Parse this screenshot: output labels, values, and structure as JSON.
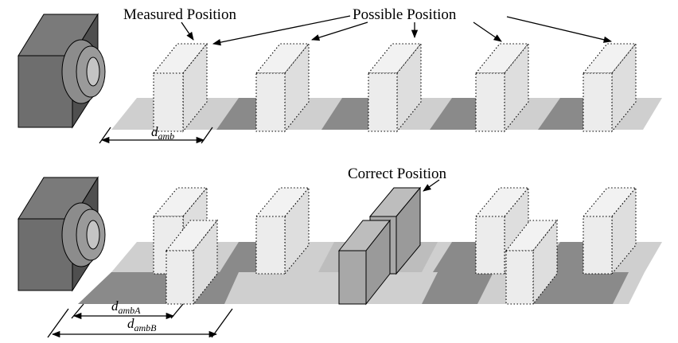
{
  "labels": {
    "measured_position": "Measured Position",
    "possible_position": "Possible Position",
    "correct_position": "Correct Position"
  },
  "dimensions": {
    "d_amb_main": "d",
    "d_amb_sub": "amb",
    "d_ambA_main": "d",
    "d_ambA_sub": "ambA",
    "d_ambB_main": "d",
    "d_ambB_sub": "ambB"
  },
  "colors": {
    "camera_body": "#6e6e6e",
    "camera_side": "#4f4f4f",
    "lens_ring": "#8c8c8c",
    "lens_center": "#bdbdbd",
    "floor_light": "#cfcfcf",
    "floor_dark": "#8a8a8a",
    "box_face": "#ececec",
    "box_side": "#e2e2e2",
    "correct_box": "#a8a8a8"
  }
}
